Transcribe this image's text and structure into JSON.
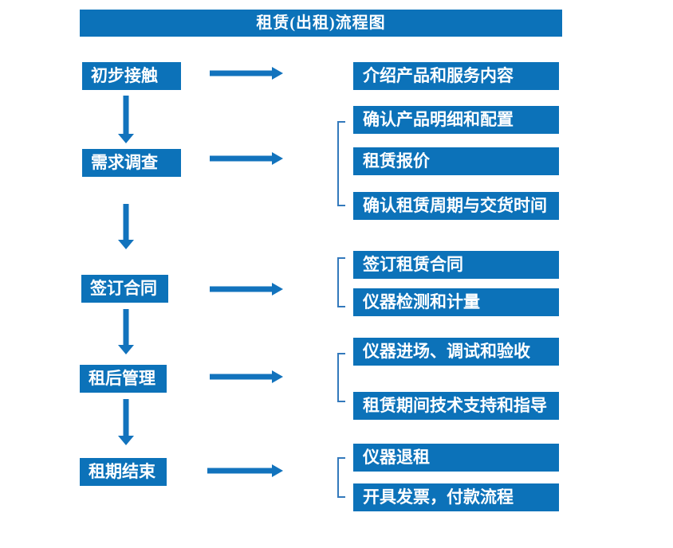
{
  "title": "租赁(出租)流程图",
  "colors": {
    "box-fill": "#0C72B9",
    "arrow": "#1273BD",
    "bracket": "#3379BC",
    "text": "#FFFFFF",
    "background": "#FFFFFF"
  },
  "flow": [
    {
      "stage": "初步接触",
      "details": [
        "介绍产品和服务内容"
      ]
    },
    {
      "stage": "需求调查",
      "details": [
        "确认产品明细和配置",
        "租赁报价",
        "确认租赁周期与交货时间"
      ]
    },
    {
      "stage": "签订合同",
      "details": [
        "签订租赁合同",
        "仪器检测和计量"
      ]
    },
    {
      "stage": "租后管理",
      "details": [
        "仪器进场、调试和验收",
        "租赁期间技术支持和指导"
      ]
    },
    {
      "stage": "租期结束",
      "details": [
        "仪器退租",
        "开具发票，付款流程"
      ]
    }
  ]
}
